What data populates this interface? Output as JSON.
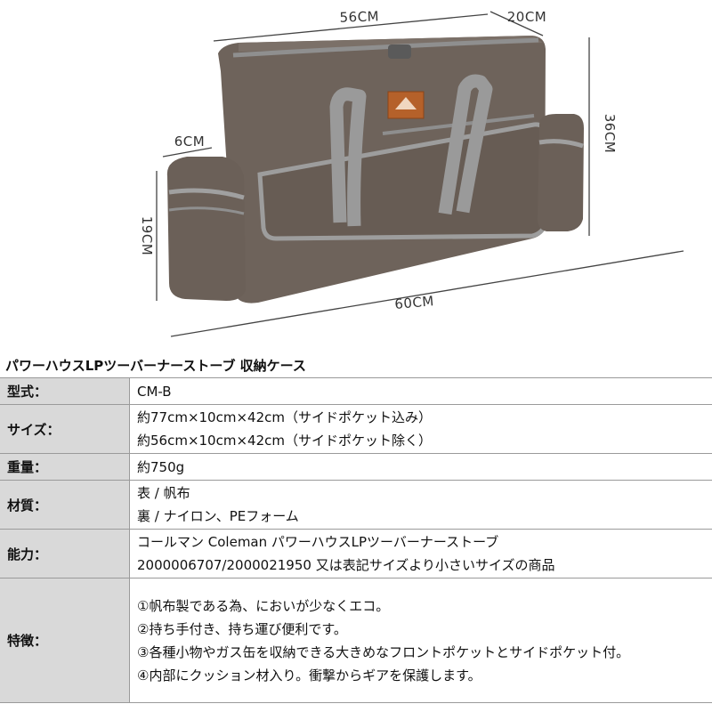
{
  "dimensions": {
    "width_top": "56CM",
    "depth_top": "20CM",
    "height_right": "36CM",
    "side_depth": "6CM",
    "side_height": "19CM",
    "total_width": "60CM"
  },
  "product_title": "パワーハウスLPツーバーナーストーブ 収納ケース",
  "specs": [
    {
      "key": "型式：",
      "lines": [
        "CM-B"
      ]
    },
    {
      "key": "サイズ：",
      "lines": [
        "約77cm×10cm×42cm（サイドポケット込み）",
        "約56cm×10cm×42cm（サイドポケット除く）"
      ]
    },
    {
      "key": "重量：",
      "lines": [
        "約750g"
      ]
    },
    {
      "key": "材質：",
      "lines": [
        "表 / 帆布",
        "裏 / ナイロン、PEフォーム"
      ]
    },
    {
      "key": "能力：",
      "lines": [
        "コールマン Coleman パワーハウスLPツーバーナーストーブ",
        "2000006707/2000021950 又は表記サイズより小さいサイズの商品"
      ]
    },
    {
      "key": "特徴：",
      "lines": [
        "①帆布製である為、においが少なくエコ。",
        "②持ち手付き、持ち運び便利です。",
        "③各種小物やガス缶を収納できる大きめなフロントポケットとサイドポケット付。",
        "④内部にクッション材入り。衝撃からギアを保護します。"
      ]
    }
  ]
}
